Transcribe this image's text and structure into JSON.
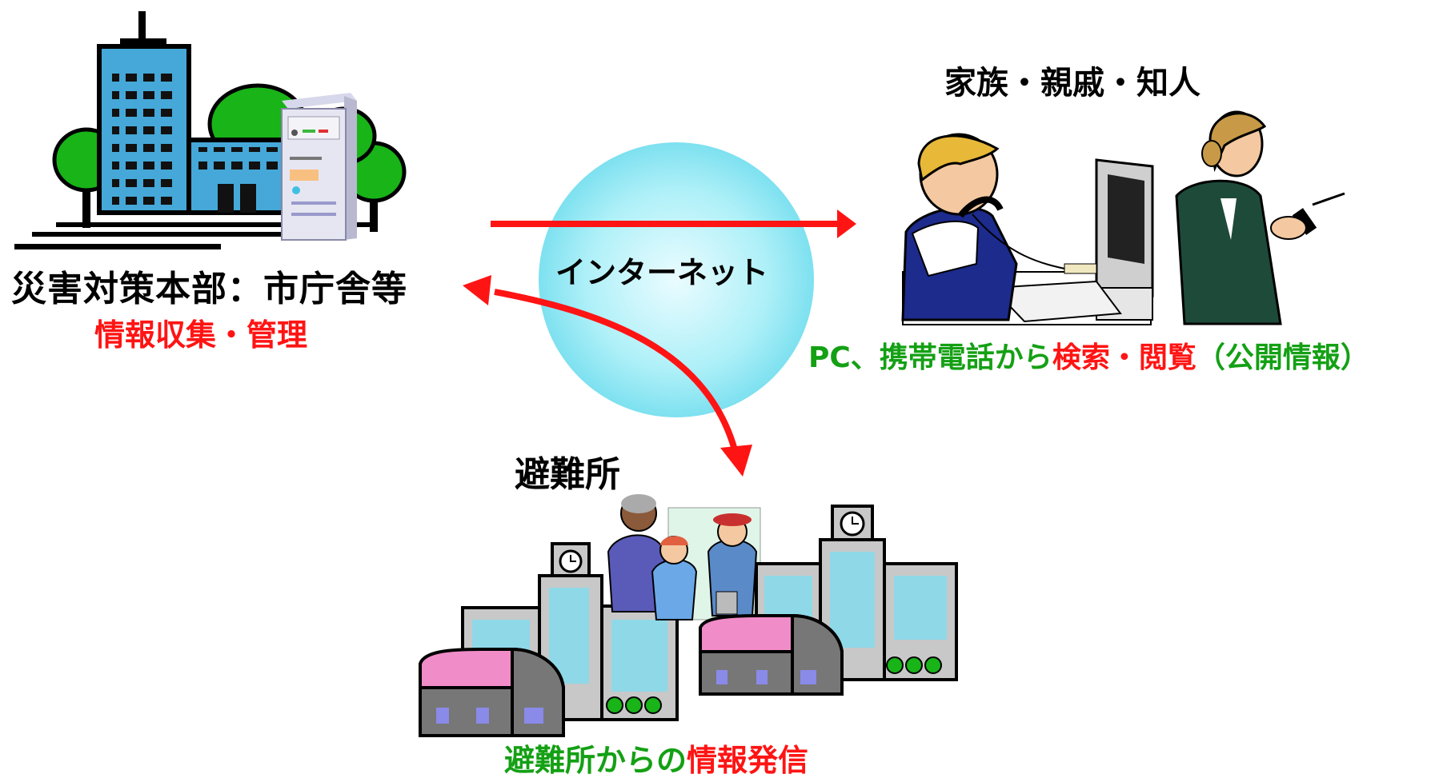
{
  "colors": {
    "arrow": "#ff1414",
    "globe": "#8fe8f4",
    "building": "#45a8d8",
    "tree": "#18b418",
    "roof": "#f08cc8",
    "red_text": "#ff1414",
    "green_text": "#14a014"
  },
  "icons": [
    "office-building-icon",
    "server-icon",
    "tree-icon",
    "internet-globe-icon",
    "boy-at-computer-icon",
    "woman-with-phone-icon",
    "school-building-icon",
    "evacuees-icon",
    "gymnasium-icon"
  ],
  "hq": {
    "title": "災害対策本部：市庁舎等",
    "subtitle": "情報収集・管理"
  },
  "internet": {
    "label": "インターネット"
  },
  "family": {
    "title": "家族・親戚・知人",
    "subtitle_green_1": "PC、携帯電話から",
    "subtitle_red": "検索・閲覧",
    "subtitle_green_2": "（公開情報）"
  },
  "shelter": {
    "title": "避難所",
    "subtitle_green": "避難所からの",
    "subtitle_red": "情報発信"
  }
}
